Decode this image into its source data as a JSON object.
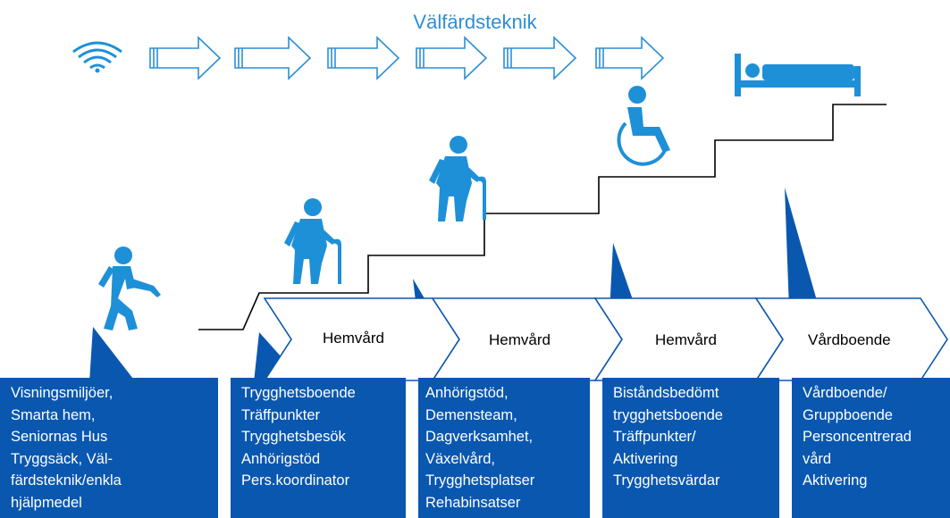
{
  "title": "Välfärdsteknik",
  "stages": [
    {
      "label": "Hemvård"
    },
    {
      "label": "Hemvård"
    },
    {
      "label": "Hemvård"
    },
    {
      "label": "Vårdboende"
    }
  ],
  "boxes": [
    {
      "lines": [
        "Visningsmiljöer,",
        "Smarta hem,",
        "Seniornas Hus",
        "Tryggsäck, Väl-",
        "färdsteknik/enkla",
        "hjälpmedel"
      ]
    },
    {
      "lines": [
        "Trygghetsboende",
        "Träffpunkter",
        "Trygghetsbesök",
        "Anhörigstöd",
        "Pers.koordinator"
      ]
    },
    {
      "lines": [
        "Anhörigstöd,",
        "Demensteam,",
        "Dagverksamhet,",
        "Växelvård,",
        "Trygghetsplatser",
        "Rehabinsatser"
      ]
    },
    {
      "lines": [
        "Biståndsbedömt",
        "trygghetsboende",
        "Träffpunkter/",
        "Aktivering",
        "Trygghetsvärdar"
      ]
    },
    {
      "lines": [
        "Vårdboende/",
        "Gruppboende",
        "Personcentrerad",
        "vård",
        "Aktivering"
      ]
    }
  ],
  "colors": {
    "accent": "#2b8fd6",
    "box": "#0a57b0",
    "icon": "#1e90d8"
  },
  "icons": [
    "wifi-icon",
    "walking-person-icon",
    "elderly-cane-icon",
    "elderly-cane-icon",
    "wheelchair-icon",
    "bed-icon"
  ]
}
